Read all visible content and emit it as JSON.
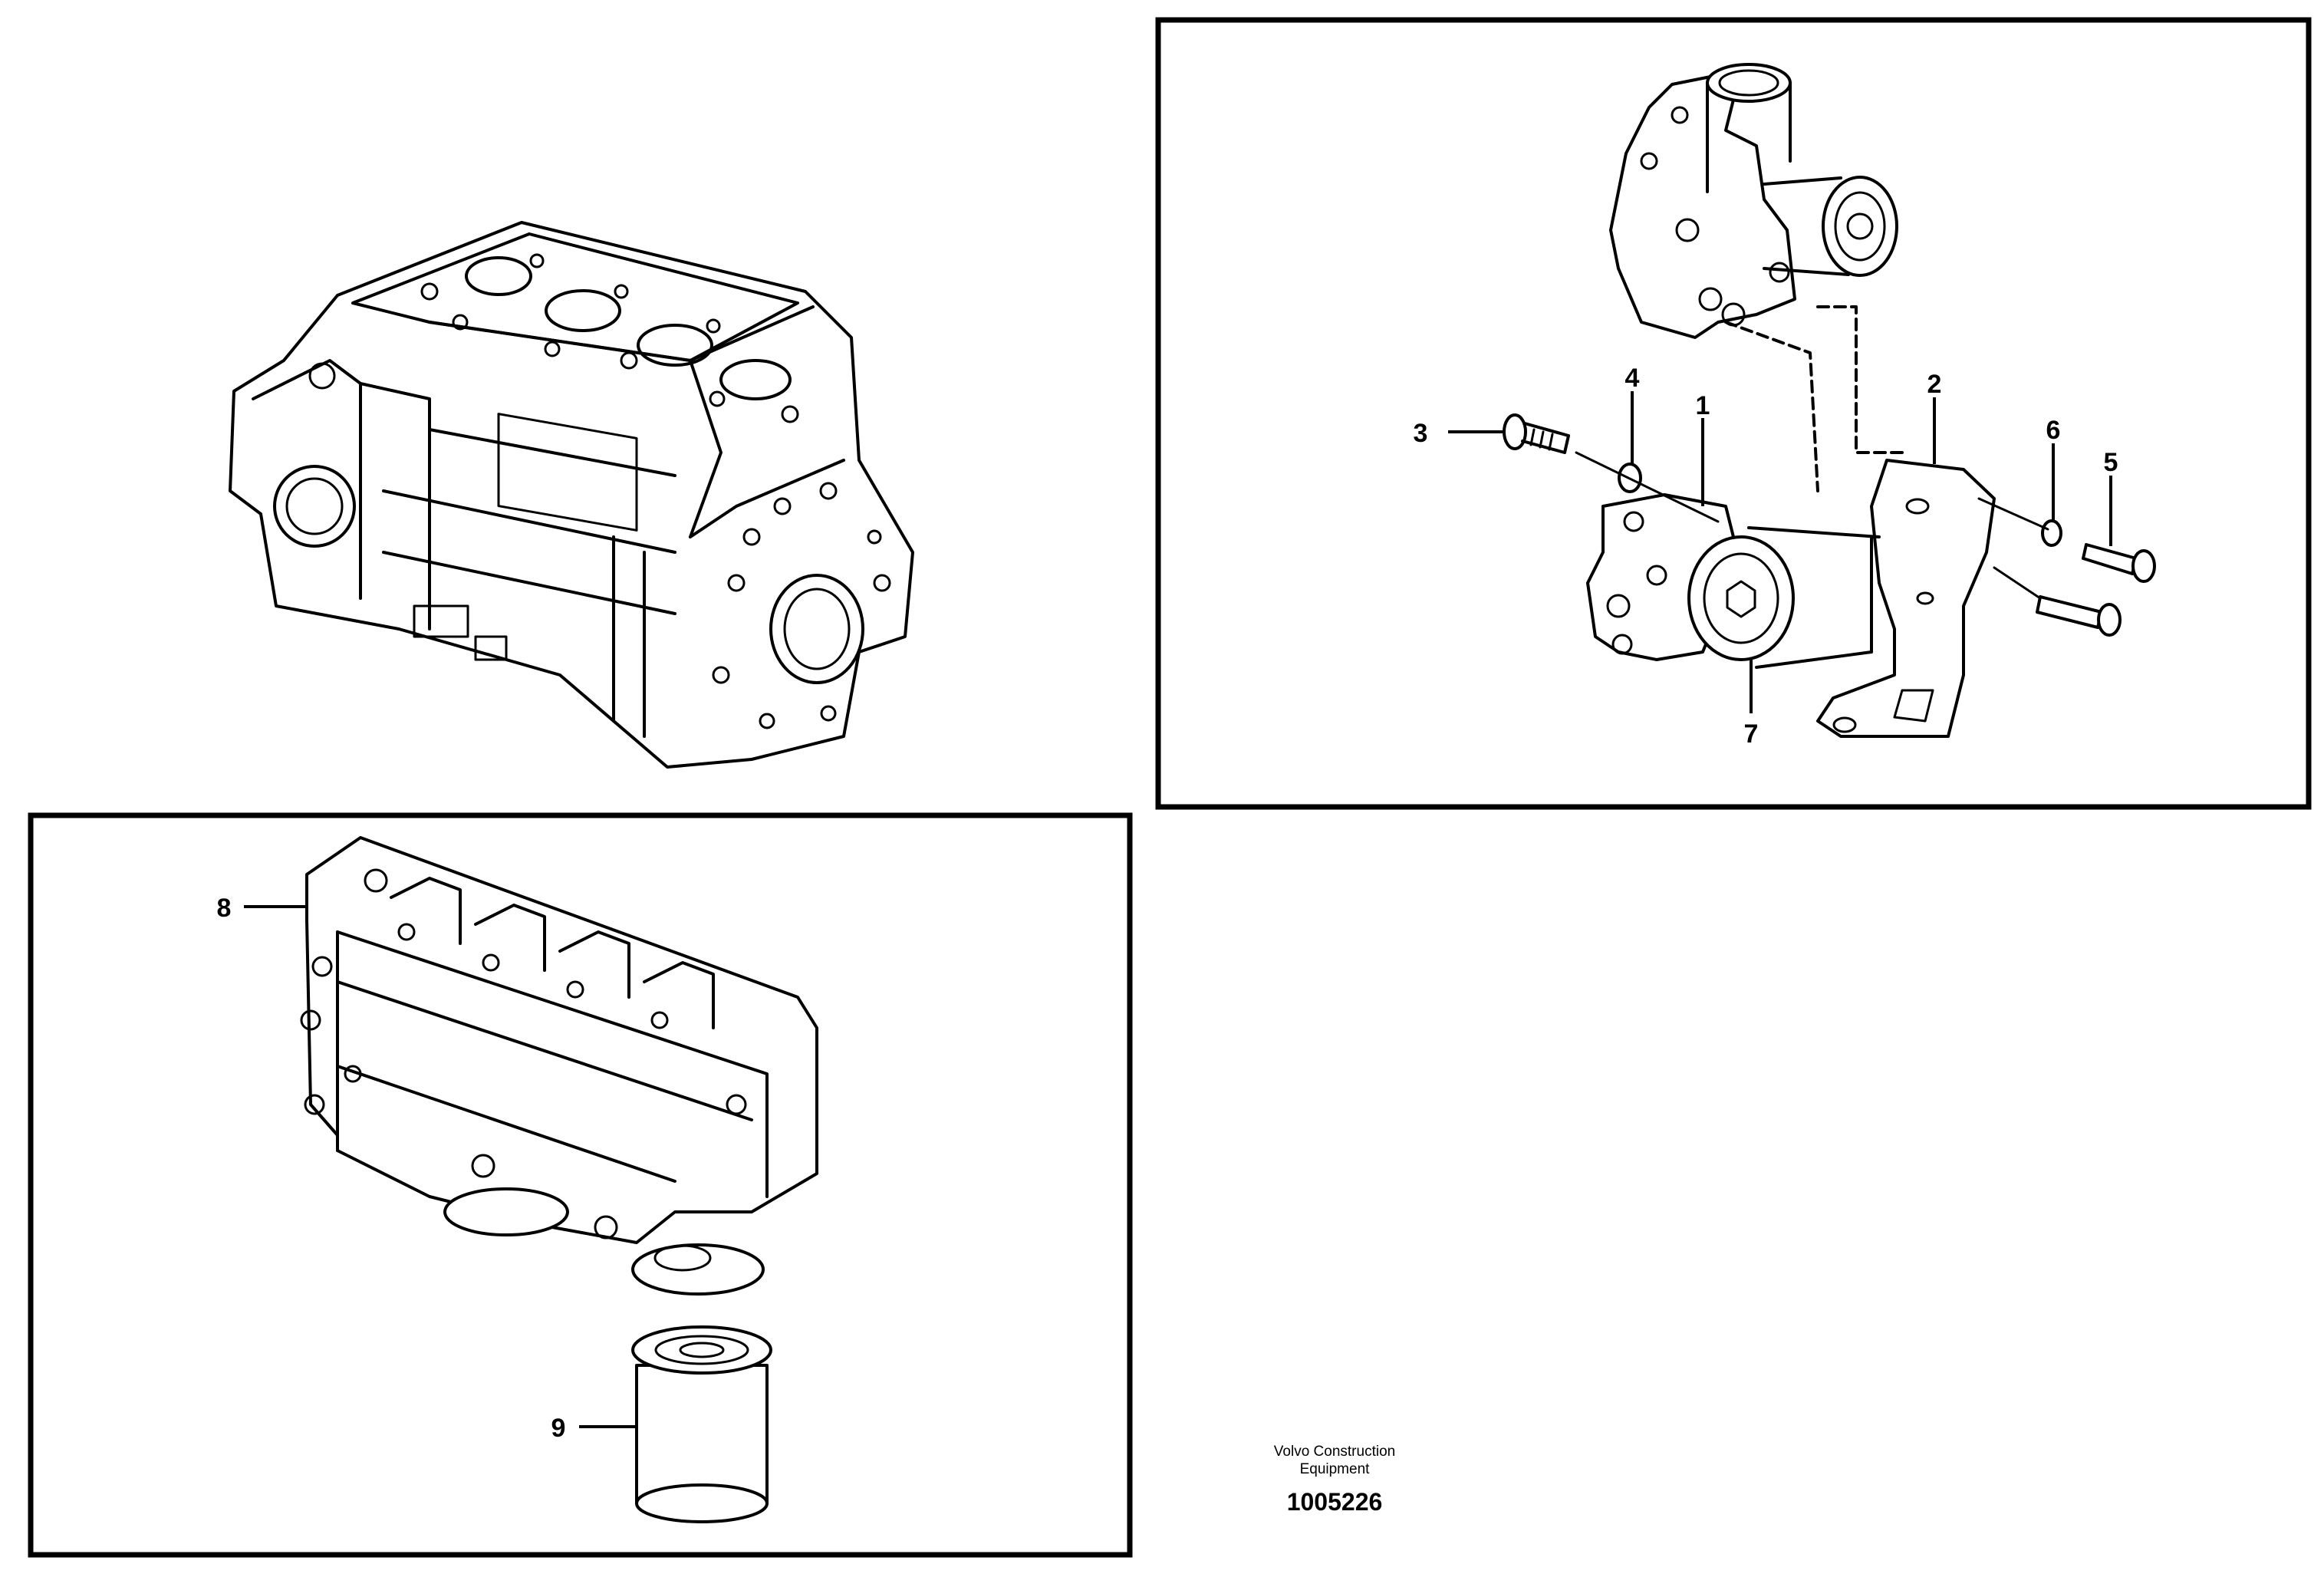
{
  "diagram": {
    "credit_line1": "Volvo Construction",
    "credit_line2": "Equipment",
    "drawing_number": "1005226",
    "callouts": [
      {
        "id": "1",
        "label": "1"
      },
      {
        "id": "2",
        "label": "2"
      },
      {
        "id": "3",
        "label": "3"
      },
      {
        "id": "4",
        "label": "4"
      },
      {
        "id": "5",
        "label": "5"
      },
      {
        "id": "6",
        "label": "6"
      },
      {
        "id": "7",
        "label": "7"
      },
      {
        "id": "8",
        "label": "8"
      },
      {
        "id": "9",
        "label": "9"
      }
    ]
  }
}
